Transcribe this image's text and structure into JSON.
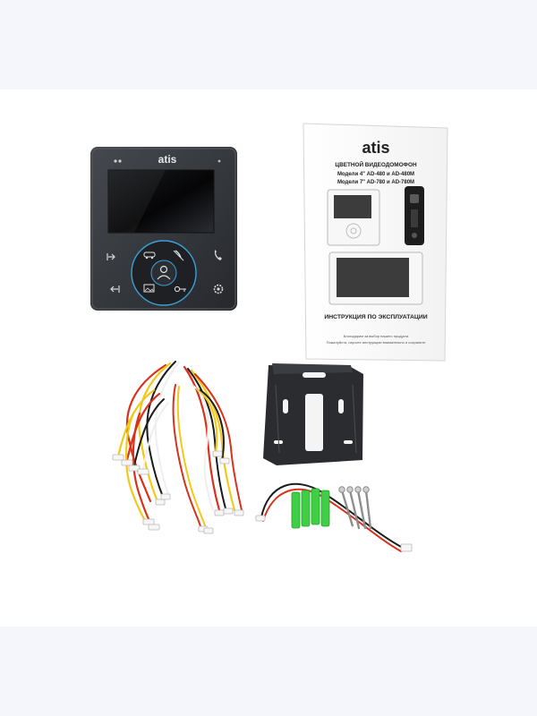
{
  "monitor": {
    "brand": "atis"
  },
  "manual": {
    "brand": "atis",
    "title": "ЦВЕТНОЙ ВИДЕОДОМОФОН",
    "model_line_1": "Модели 4\"  AD-480 и AD-480M",
    "model_line_2": "Модели 7\"  AD-780 и AD-780M",
    "footer_title": "ИНСТРУКЦИЯ ПО ЭКСПЛУАТАЦИИ",
    "fine_print_1": "Благодарим за выбор нашего продукта",
    "fine_print_2": "Пожалуйста, изучите инструкцию внимательно и сохраните"
  },
  "colors": {
    "monitor_body": "#2f3236",
    "button_glow": "#3aa0d8",
    "wire_red": "#d8321e",
    "wire_yellow": "#f1c91d",
    "wire_black": "#1b1b1b",
    "wire_white": "#efefef",
    "dowel_green": "#3fcf45",
    "bracket": "#2a2c30"
  }
}
